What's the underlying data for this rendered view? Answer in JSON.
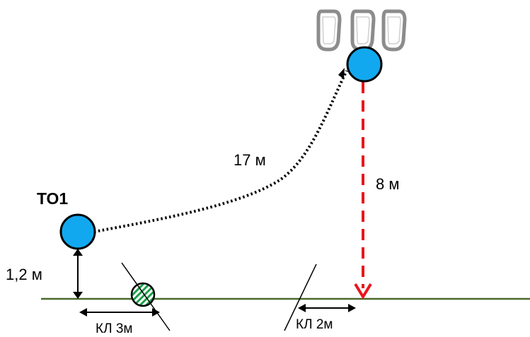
{
  "diagram": {
    "start_point": {
      "label": "ТО1"
    },
    "measurements": {
      "traverse_length": "17 м",
      "drop_height": "8 м",
      "start_height": "1,2 м",
      "zone_left": "КЛ 3м",
      "zone_right": "КЛ 2м"
    },
    "carabiner_count": 3,
    "icons": [
      "carabiner-icon",
      "carabiner-icon",
      "carabiner-icon"
    ],
    "colors": {
      "node_fill": "#12a8ef",
      "node_stroke": "#000000",
      "drop_line": "#e8171c",
      "ground": "#4a6a2c",
      "hatch_green": "#1aa04a",
      "carabiner": "#8c8c8c"
    }
  }
}
